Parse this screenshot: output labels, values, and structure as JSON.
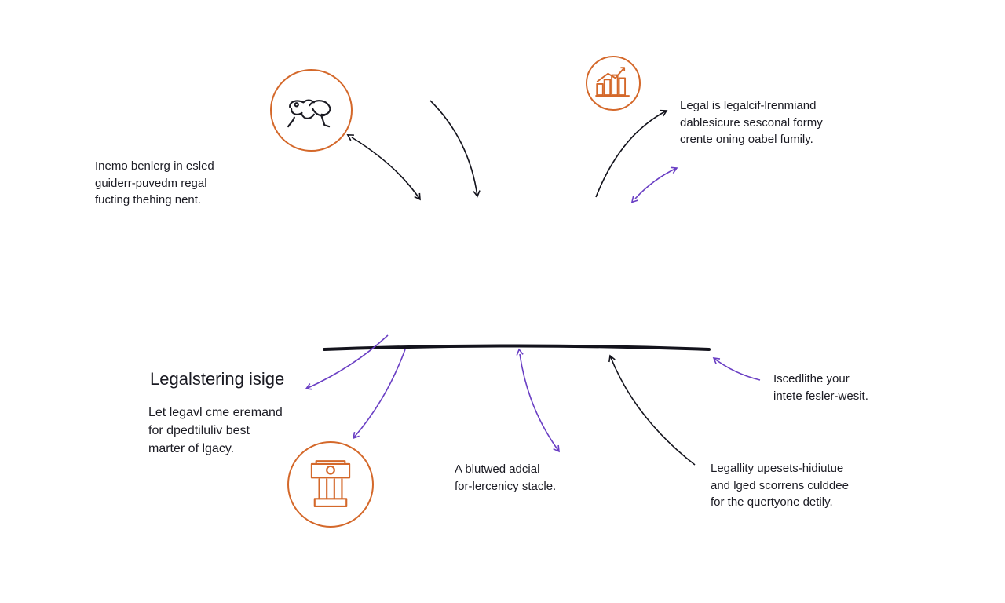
{
  "notes": {
    "left_top": [
      "Inemo benlerg in esled",
      "guiderr-puvedm regal",
      "fucting thehing nent."
    ],
    "right_top": [
      "Legal is legalcif-lrenmiand",
      "dablesicure sesconal formy",
      "crente oning oabel fumily."
    ],
    "heading": "Legalstering isige",
    "left_mid": [
      "Let legavl cme eremand",
      "for dpedtiluliv best",
      "marter of lgacy."
    ],
    "bottom_center": [
      "A blutwed adcial",
      "for-lercenicy stacle."
    ],
    "right_mid": [
      "Iscedlithe your",
      "intete fesler-wesit."
    ],
    "bottom_right": [
      "Legallity upesets-hidiutue",
      "and lged scorrens culddee",
      "for the quertyone detily."
    ]
  },
  "icons": [
    "handshake-icon",
    "bar-chart-icon",
    "monument-icon"
  ],
  "colors": {
    "accent": "#d4682a",
    "purple": "#6a3fc4",
    "ink": "#13131c"
  }
}
